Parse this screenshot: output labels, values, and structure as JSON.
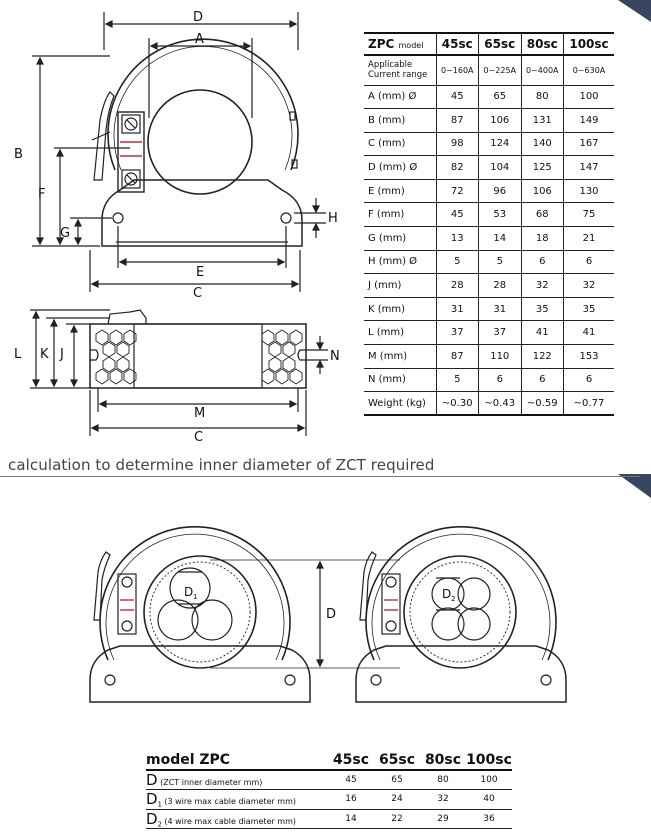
{
  "drawing_top": {
    "labels": {
      "D": "D",
      "A": "A",
      "B": "B",
      "F": "F",
      "G": "G",
      "H": "H",
      "E": "E",
      "C": "C"
    }
  },
  "drawing_side": {
    "labels": {
      "L": "L",
      "K": "K",
      "J": "J",
      "N": "N",
      "M": "M",
      "C": "C"
    }
  },
  "spec_table": {
    "header_model": "ZPC",
    "header_model_suffix": "model",
    "columns": [
      "45sc",
      "65sc",
      "80sc",
      "100sc"
    ],
    "range_label_line1": "Applicable",
    "range_label_line2": "Current range",
    "ranges": [
      "0~160A",
      "0~225A",
      "0~400A",
      "0~630A"
    ],
    "rows": [
      {
        "label": "A (mm) Ø",
        "values": [
          "45",
          "65",
          "80",
          "100"
        ]
      },
      {
        "label": "B (mm)",
        "values": [
          "87",
          "106",
          "131",
          "149"
        ]
      },
      {
        "label": "C (mm)",
        "values": [
          "98",
          "124",
          "140",
          "167"
        ]
      },
      {
        "label": "D (mm) Ø",
        "values": [
          "82",
          "104",
          "125",
          "147"
        ]
      },
      {
        "label": "E (mm)",
        "values": [
          "72",
          "96",
          "106",
          "130"
        ]
      },
      {
        "label": "F (mm)",
        "values": [
          "45",
          "53",
          "68",
          "75"
        ]
      },
      {
        "label": "G (mm)",
        "values": [
          "13",
          "14",
          "18",
          "21"
        ]
      },
      {
        "label": "H (mm) Ø",
        "values": [
          "5",
          "5",
          "6",
          "6"
        ]
      },
      {
        "label": "J (mm)",
        "values": [
          "28",
          "28",
          "32",
          "32"
        ]
      },
      {
        "label": "K (mm)",
        "values": [
          "31",
          "31",
          "35",
          "35"
        ]
      },
      {
        "label": "L (mm)",
        "values": [
          "37",
          "37",
          "41",
          "41"
        ]
      },
      {
        "label": "M (mm)",
        "values": [
          "87",
          "110",
          "122",
          "153"
        ]
      },
      {
        "label": "N (mm)",
        "values": [
          "5",
          "6",
          "6",
          "6"
        ]
      },
      {
        "label": "Weight (kg)",
        "values": [
          "~0.30",
          "~0.43",
          "~0.59",
          "~0.77"
        ]
      }
    ]
  },
  "section": {
    "heading": "calculation to determine inner diameter of ZCT required"
  },
  "drawing_calc": {
    "labels": {
      "D": "D",
      "D1": "D",
      "D1_sub": "1",
      "D2": "D",
      "D2_sub": "2"
    }
  },
  "calc_table": {
    "header_label": "model ZPC",
    "columns": [
      "45sc",
      "65sc",
      "80sc",
      "100sc"
    ],
    "rows": [
      {
        "symbol": "D",
        "sub": "",
        "note": " (ZCT inner diameter mm)",
        "values": [
          "45",
          "65",
          "80",
          "100"
        ]
      },
      {
        "symbol": "D",
        "sub": "1",
        "note": " (3 wire max cable diameter mm)",
        "values": [
          "16",
          "24",
          "32",
          "40"
        ]
      },
      {
        "symbol": "D",
        "sub": "2",
        "note": " (4 wire max cable diameter mm)",
        "values": [
          "14",
          "22",
          "29",
          "36"
        ]
      }
    ]
  },
  "colors": {
    "corner_accent": "#3a4660",
    "line": "#222222"
  }
}
